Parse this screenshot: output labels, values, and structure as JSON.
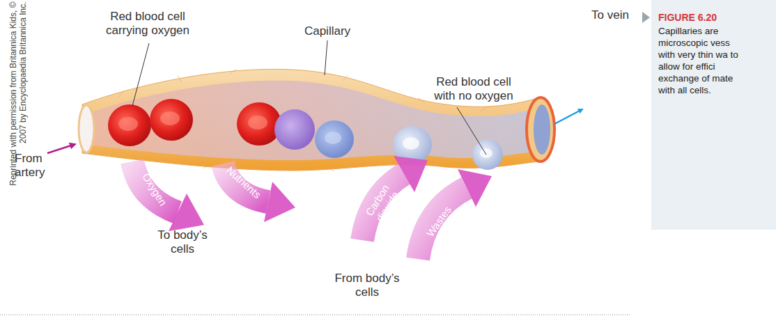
{
  "diagram": {
    "title": "FIGURE 6.20",
    "caption": "Capillaries are microscopic vess with very thin wa to allow for effici exchange of mate with all cells.",
    "labels": [
      "Reprinted with permission from Britannica Kids, © 2007 by Encyclopaedia Britannica Inc.",
      "Red blood cell carrying oxygen",
      "Capillary",
      "Red blood cell with no oxygen",
      "To vein",
      "From artery",
      "Oxygen",
      "Nutrients",
      "To body’s cells",
      "Carbon dioxide",
      "Wastes",
      "From body’s cells"
    ]
  }
}
